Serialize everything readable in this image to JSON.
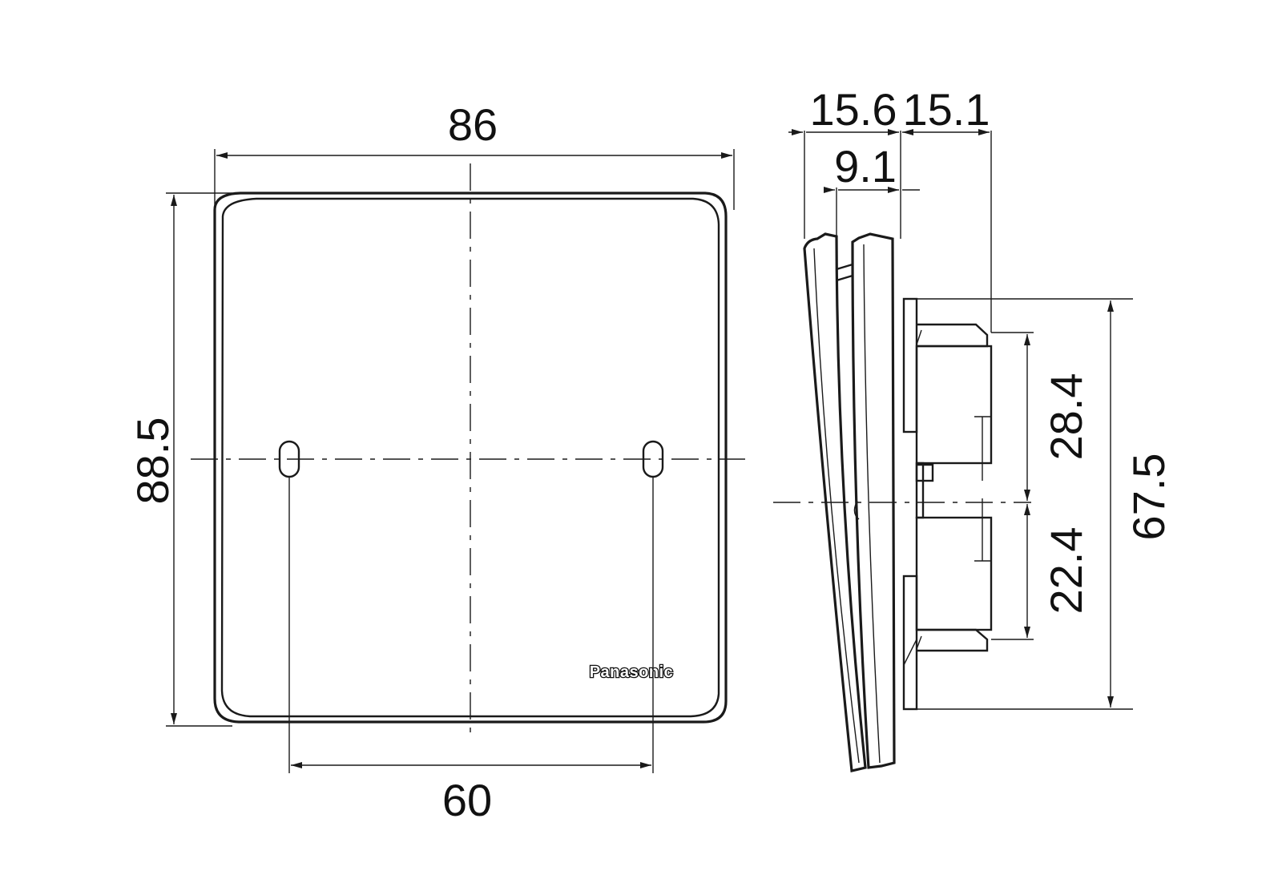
{
  "dimensions": {
    "front_width": "86",
    "front_height": "88.5",
    "hole_spacing": "60",
    "side_depth_front": "15.6",
    "side_depth_back": "15.1",
    "side_offset": "9.1",
    "box_upper": "28.4",
    "box_lower": "22.4",
    "box_height": "67.5"
  },
  "brand": {
    "logo_text": "Panasonic"
  },
  "colors": {
    "line": "#1a1a1a",
    "background": "#ffffff"
  }
}
